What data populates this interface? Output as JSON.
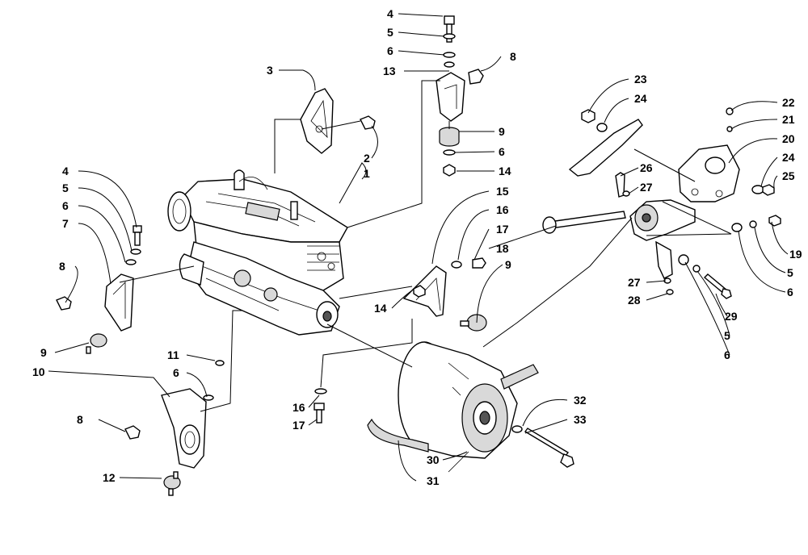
{
  "callouts": [
    {
      "id": "c1",
      "text": "1"
    },
    {
      "id": "c2",
      "text": "2"
    },
    {
      "id": "c3",
      "text": "3"
    },
    {
      "id": "c4a",
      "text": "4"
    },
    {
      "id": "c5a",
      "text": "5"
    },
    {
      "id": "c6a",
      "text": "6"
    },
    {
      "id": "c8a",
      "text": "8"
    },
    {
      "id": "c13",
      "text": "13"
    },
    {
      "id": "c9a",
      "text": "9"
    },
    {
      "id": "c6b",
      "text": "6"
    },
    {
      "id": "c14a",
      "text": "14"
    },
    {
      "id": "c4b",
      "text": "4"
    },
    {
      "id": "c5b",
      "text": "5"
    },
    {
      "id": "c6c",
      "text": "6"
    },
    {
      "id": "c7",
      "text": "7"
    },
    {
      "id": "c8b",
      "text": "8"
    },
    {
      "id": "c9b",
      "text": "9"
    },
    {
      "id": "c10",
      "text": "10"
    },
    {
      "id": "c11",
      "text": "11"
    },
    {
      "id": "c6d",
      "text": "6"
    },
    {
      "id": "c8c",
      "text": "8"
    },
    {
      "id": "c12",
      "text": "12"
    },
    {
      "id": "c15",
      "text": "15"
    },
    {
      "id": "c16a",
      "text": "16"
    },
    {
      "id": "c17a",
      "text": "17"
    },
    {
      "id": "c18",
      "text": "18"
    },
    {
      "id": "c9c",
      "text": "9"
    },
    {
      "id": "c14b",
      "text": "14"
    },
    {
      "id": "c16b",
      "text": "16"
    },
    {
      "id": "c17b",
      "text": "17"
    },
    {
      "id": "c23",
      "text": "23"
    },
    {
      "id": "c24a",
      "text": "24"
    },
    {
      "id": "c22",
      "text": "22"
    },
    {
      "id": "c21",
      "text": "21"
    },
    {
      "id": "c20",
      "text": "20"
    },
    {
      "id": "c24b",
      "text": "24"
    },
    {
      "id": "c25",
      "text": "25"
    },
    {
      "id": "c26",
      "text": "26"
    },
    {
      "id": "c27a",
      "text": "27"
    },
    {
      "id": "c19",
      "text": "19"
    },
    {
      "id": "c5c",
      "text": "5"
    },
    {
      "id": "c6e",
      "text": "6"
    },
    {
      "id": "c27b",
      "text": "27"
    },
    {
      "id": "c28",
      "text": "28"
    },
    {
      "id": "c29",
      "text": "29"
    },
    {
      "id": "c5d",
      "text": "5"
    },
    {
      "id": "c6f",
      "text": "6"
    },
    {
      "id": "c32",
      "text": "32"
    },
    {
      "id": "c33",
      "text": "33"
    },
    {
      "id": "c30",
      "text": "30"
    },
    {
      "id": "c31",
      "text": "31"
    }
  ]
}
